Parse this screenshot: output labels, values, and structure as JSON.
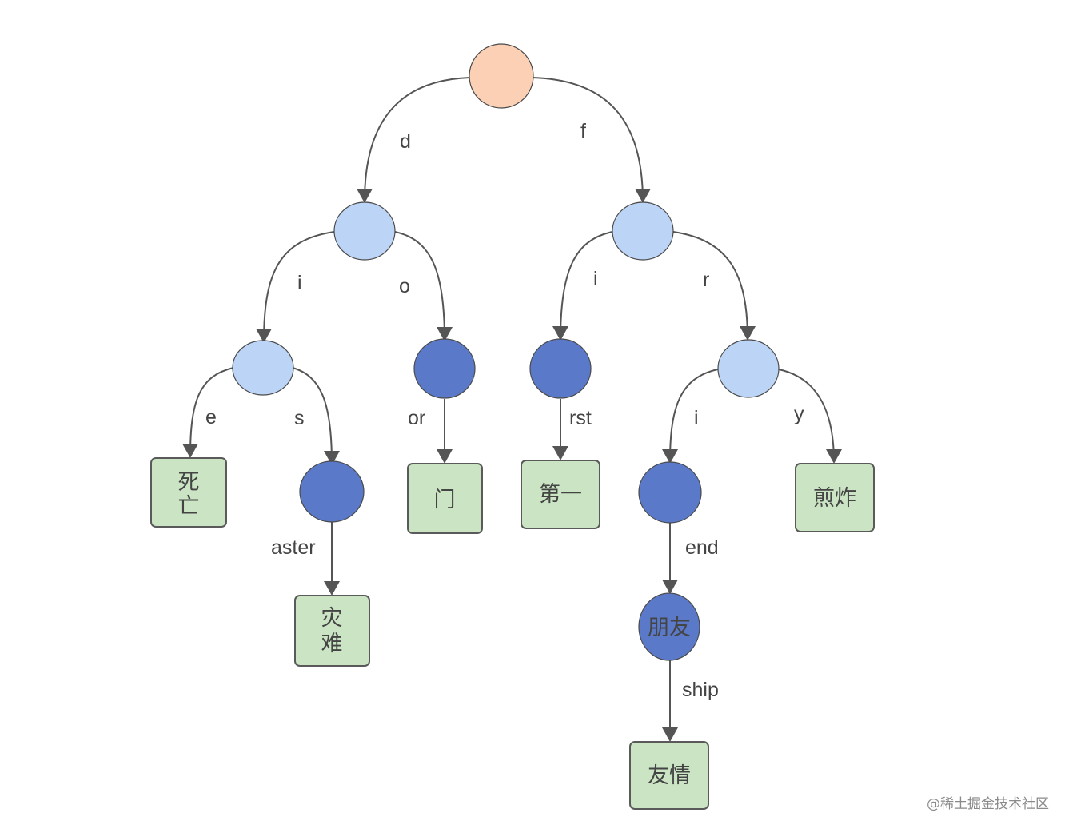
{
  "colors": {
    "root": "#fcd0b5",
    "internal": "#bcd4f6",
    "terminal": "#5b79c9",
    "leaf_box": "#cbe5c4",
    "edge": "#555555"
  },
  "nodes": {
    "root": {
      "kind": "root",
      "text": ""
    },
    "n_d": {
      "kind": "internal",
      "text": ""
    },
    "n_f": {
      "kind": "internal",
      "text": ""
    },
    "n_di": {
      "kind": "internal",
      "text": ""
    },
    "n_fr": {
      "kind": "internal",
      "text": ""
    },
    "n_door": {
      "kind": "terminal",
      "text": ""
    },
    "n_fi": {
      "kind": "terminal",
      "text": ""
    },
    "n_dis": {
      "kind": "terminal",
      "text": ""
    },
    "n_fri": {
      "kind": "terminal",
      "text": ""
    },
    "n_friend": {
      "kind": "terminal",
      "text": "朋友"
    },
    "leaf_die": {
      "kind": "leaf",
      "lines": [
        "死",
        "亡"
      ]
    },
    "leaf_door": {
      "kind": "leaf",
      "lines": [
        "门"
      ]
    },
    "leaf_first": {
      "kind": "leaf",
      "lines": [
        "第一"
      ]
    },
    "leaf_fry": {
      "kind": "leaf",
      "lines": [
        "煎炸"
      ]
    },
    "leaf_disaster": {
      "kind": "leaf",
      "lines": [
        "灾",
        "难"
      ]
    },
    "leaf_friendship": {
      "kind": "leaf",
      "lines": [
        "友情"
      ]
    }
  },
  "edges": {
    "root_d": "d",
    "root_f": "f",
    "d_i": "i",
    "d_o": "o",
    "f_i": "i",
    "f_r": "r",
    "di_e": "e",
    "di_s": "s",
    "door_or": "or",
    "fi_rst": "rst",
    "fr_i": "i",
    "fr_y": "y",
    "dis_aster": "aster",
    "fri_end": "end",
    "friend_ship": "ship"
  },
  "watermark": "@稀土掘金技术社区"
}
